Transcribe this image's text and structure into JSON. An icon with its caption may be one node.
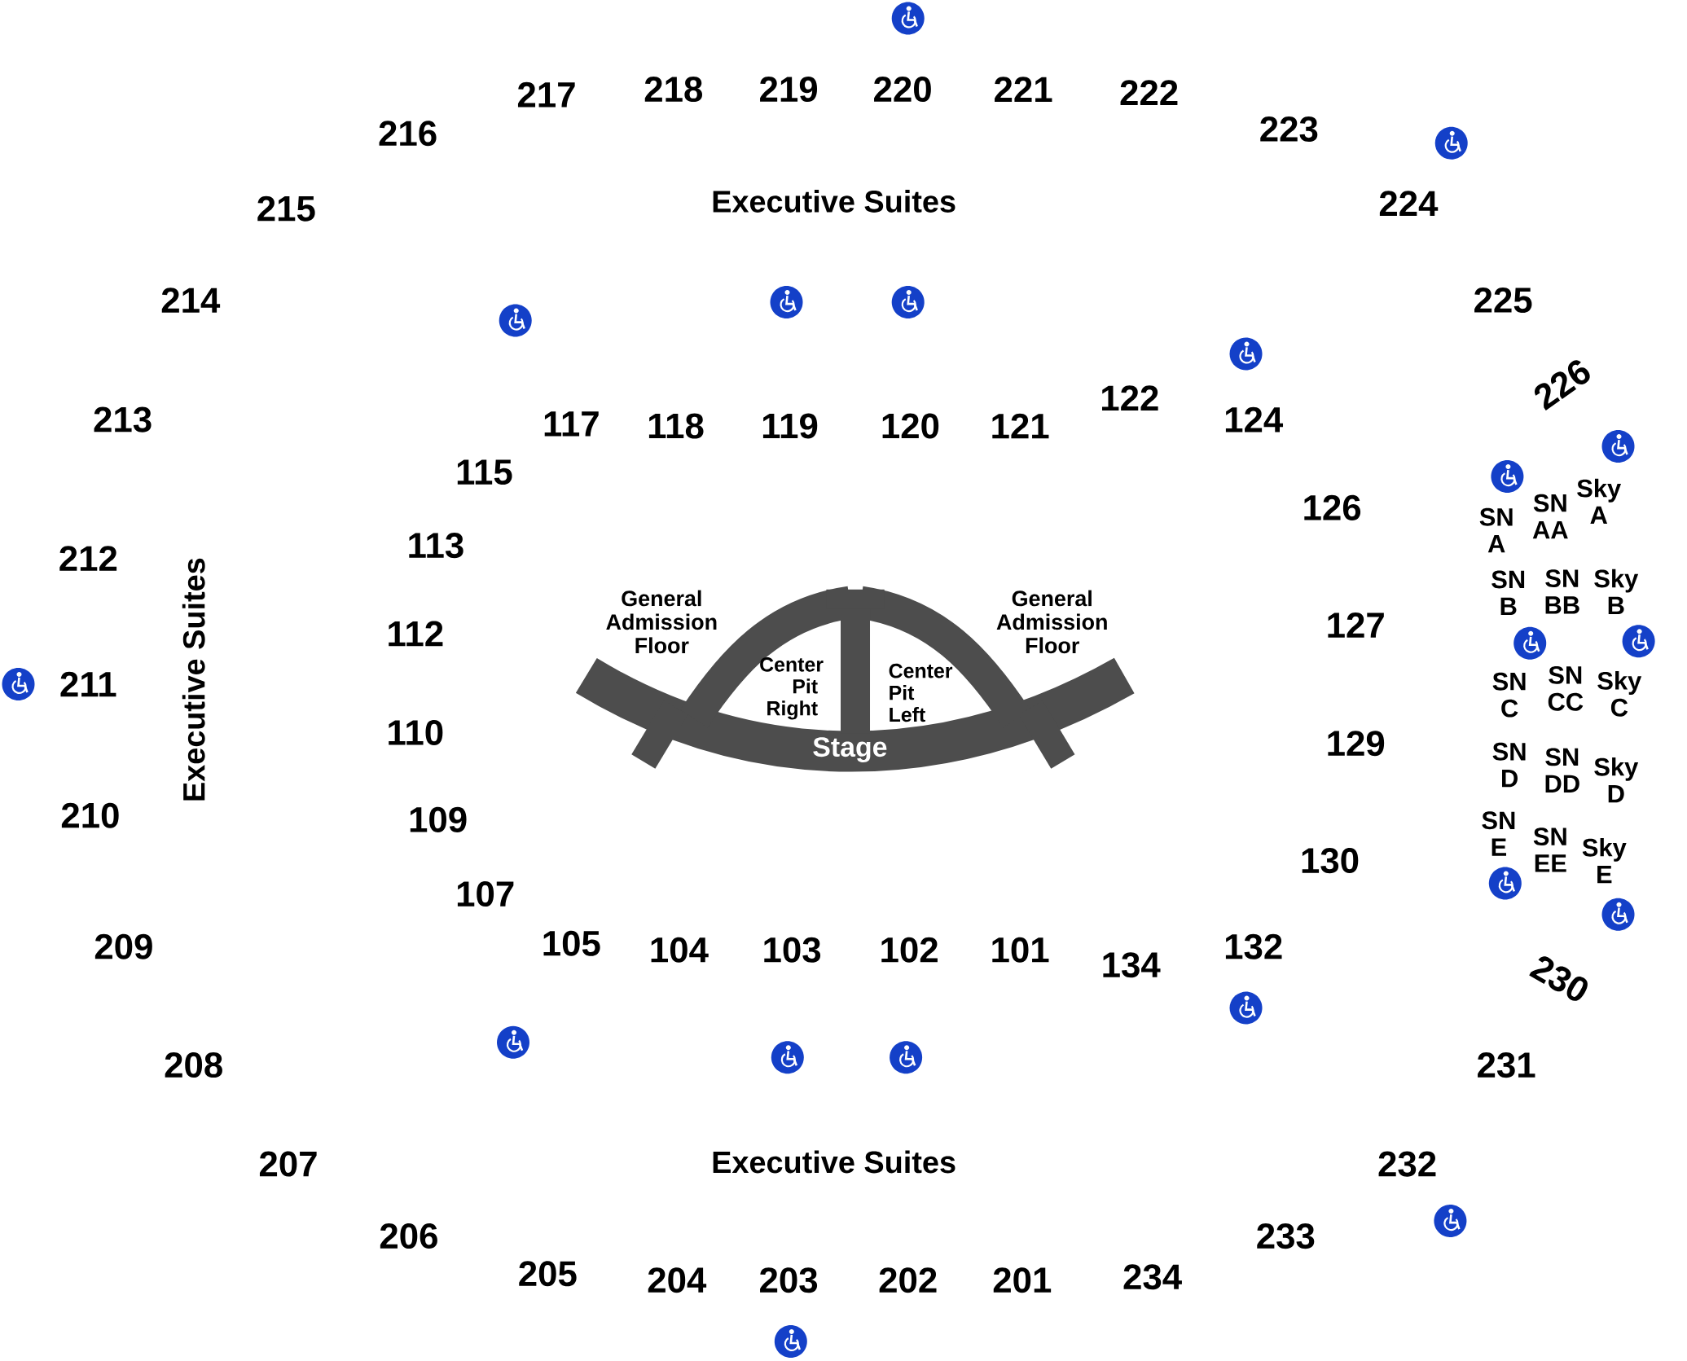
{
  "diagram": {
    "nodes": [
      {
        "text": [
          "Stage"
        ]
      }
    ],
    "labels": [
      "217",
      "218",
      "219",
      "220",
      "221",
      "222",
      "216",
      "223",
      "215",
      "Executive Suites",
      "224",
      "214",
      "225",
      "226",
      "213",
      "117",
      "118",
      "119",
      "120",
      "121",
      "122",
      "124",
      "115",
      "SN A",
      "SN AA",
      "Sky A",
      "126",
      "113",
      "212",
      "SN B",
      "SN BB",
      "Sky B",
      "General Admission Floor",
      "General Admission Floor",
      "112",
      "127",
      "Center Pit Right",
      "Center Pit Left",
      "Executive Suites",
      "211",
      "SN C",
      "SN CC",
      "Sky C",
      "110",
      "129",
      "SN D",
      "SN DD",
      "Sky D",
      "210",
      "109",
      "SN E",
      "SN EE",
      "Sky E",
      "130",
      "107",
      "209",
      "105",
      "104",
      "103",
      "102",
      "101",
      "134",
      "132",
      "230",
      "208",
      "231",
      "207",
      "Executive Suites",
      "232",
      "206",
      "233",
      "205",
      "204",
      "203",
      "202",
      "201",
      "234"
    ]
  }
}
